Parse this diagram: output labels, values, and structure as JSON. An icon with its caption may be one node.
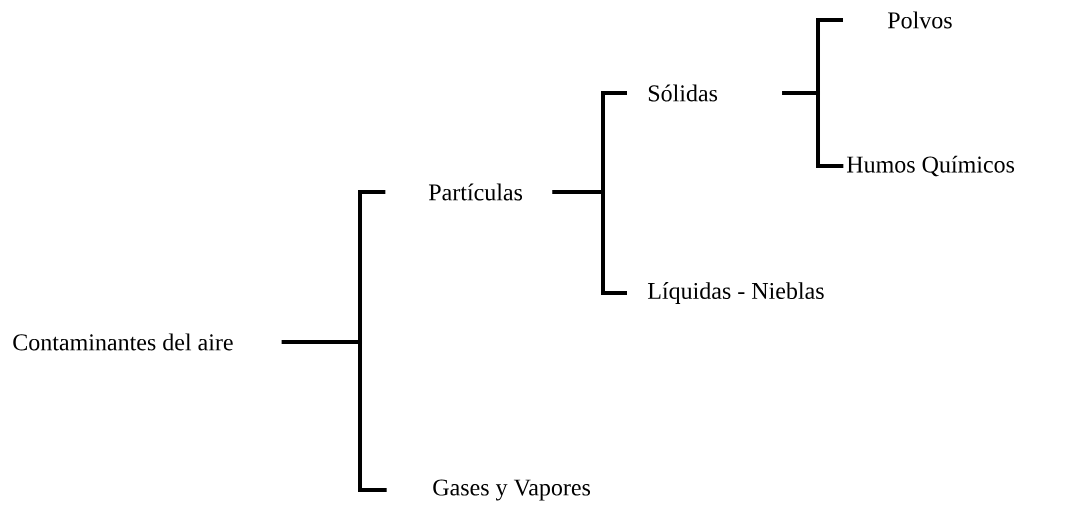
{
  "diagram": {
    "nodes": [
      {
        "text": [
          "Contaminantes del aire"
        ]
      },
      {
        "text": [
          "Partículas"
        ]
      },
      {
        "text": [
          "Gases y Vapores"
        ]
      },
      {
        "text": [
          "Sólidas"
        ]
      },
      {
        "text": [
          "Líquidas - Nieblas"
        ]
      },
      {
        "text": [
          "Polvos"
        ]
      },
      {
        "text": [
          "Humos Químicos"
        ]
      }
    ],
    "edges": [
      {
        "from": 0,
        "to": 1,
        "arrow": "none"
      },
      {
        "from": 0,
        "to": 2,
        "arrow": "none"
      },
      {
        "from": 1,
        "to": 3,
        "arrow": "none"
      },
      {
        "from": 1,
        "to": 4,
        "arrow": "none"
      },
      {
        "from": 3,
        "to": 5,
        "arrow": "none"
      },
      {
        "from": 3,
        "to": 6,
        "arrow": "none"
      }
    ]
  }
}
